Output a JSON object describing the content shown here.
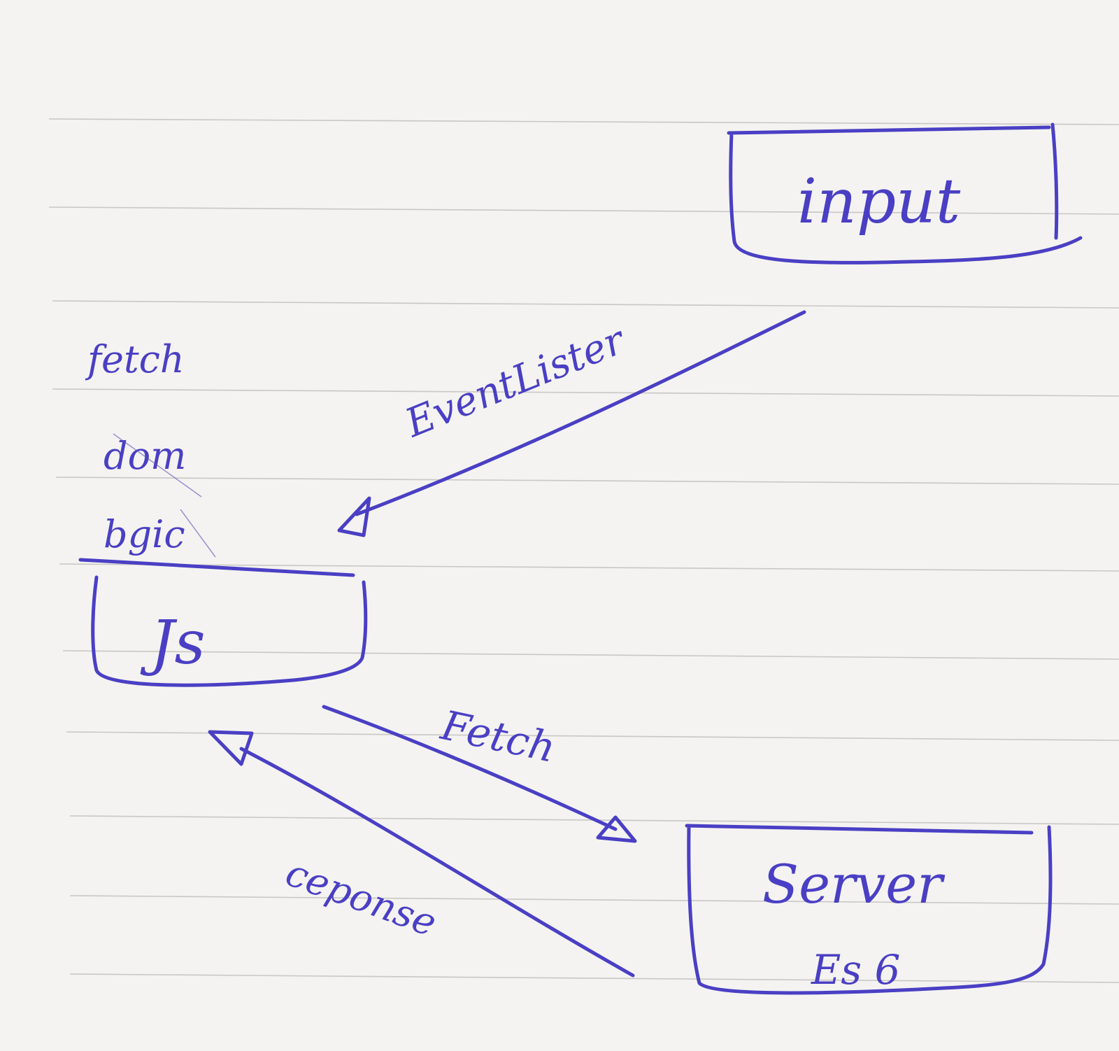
{
  "nodes": {
    "input": {
      "label": "input"
    },
    "js": {
      "label": "Js"
    },
    "server": {
      "label": "Server",
      "sublabel": "Es 6"
    }
  },
  "edges": {
    "event_listener": {
      "label": "EventLister"
    },
    "fetch": {
      "label": "Fetch"
    },
    "response": {
      "label": "ceponse"
    }
  },
  "notes": {
    "fetch": "fetch",
    "dom": "dom",
    "logic": "bgic"
  },
  "colors": {
    "ink": "#4a3fc4",
    "paper": "#f4f3f1",
    "rule": "#c9c7c4"
  }
}
